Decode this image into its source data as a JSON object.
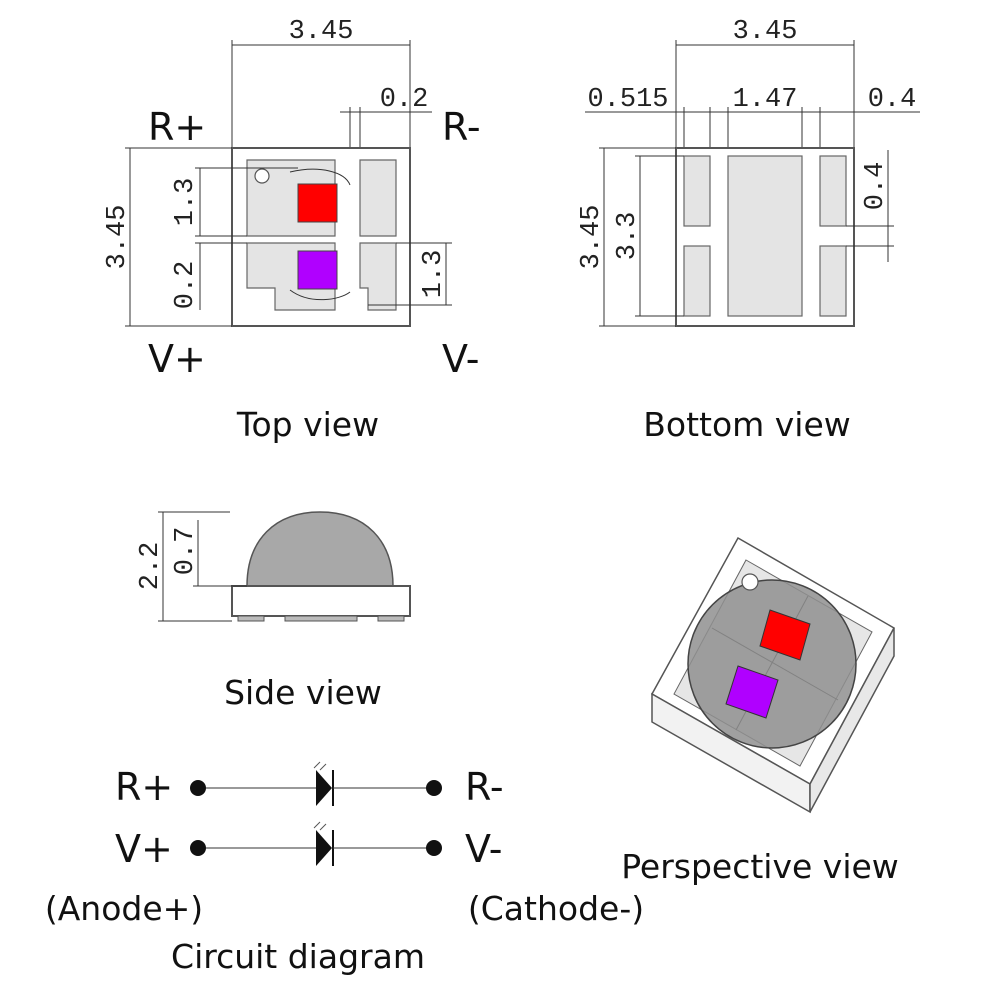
{
  "top_view": {
    "caption": "Top view",
    "labels": {
      "r_plus": "R+",
      "r_minus": "R-",
      "v_plus": "V+",
      "v_minus": "V-"
    },
    "dims": {
      "width": "3.45",
      "gap": "0.2",
      "height": "3.45",
      "pad_upper": "1.3",
      "pad_gap": "0.2",
      "pad_right": "1.3"
    },
    "colors": {
      "red_chip": "#ff0000",
      "violet_chip": "#b000ff"
    }
  },
  "bottom_view": {
    "caption": "Bottom view",
    "dims": {
      "width": "3.45",
      "left": "0.515",
      "center": "1.47",
      "right": "0.4",
      "height": "3.45",
      "pad_height": "3.3",
      "slot": "0.4"
    }
  },
  "side_view": {
    "caption": "Side view",
    "dims": {
      "total": "2.2",
      "dome": "0.7"
    }
  },
  "perspective_view": {
    "caption": "Perspective view"
  },
  "circuit": {
    "caption": "Circuit diagram",
    "r_plus": "R+",
    "r_minus": "R-",
    "v_plus": "V+",
    "v_minus": "V-",
    "anode": "(Anode+)",
    "cathode": "(Cathode-)"
  }
}
